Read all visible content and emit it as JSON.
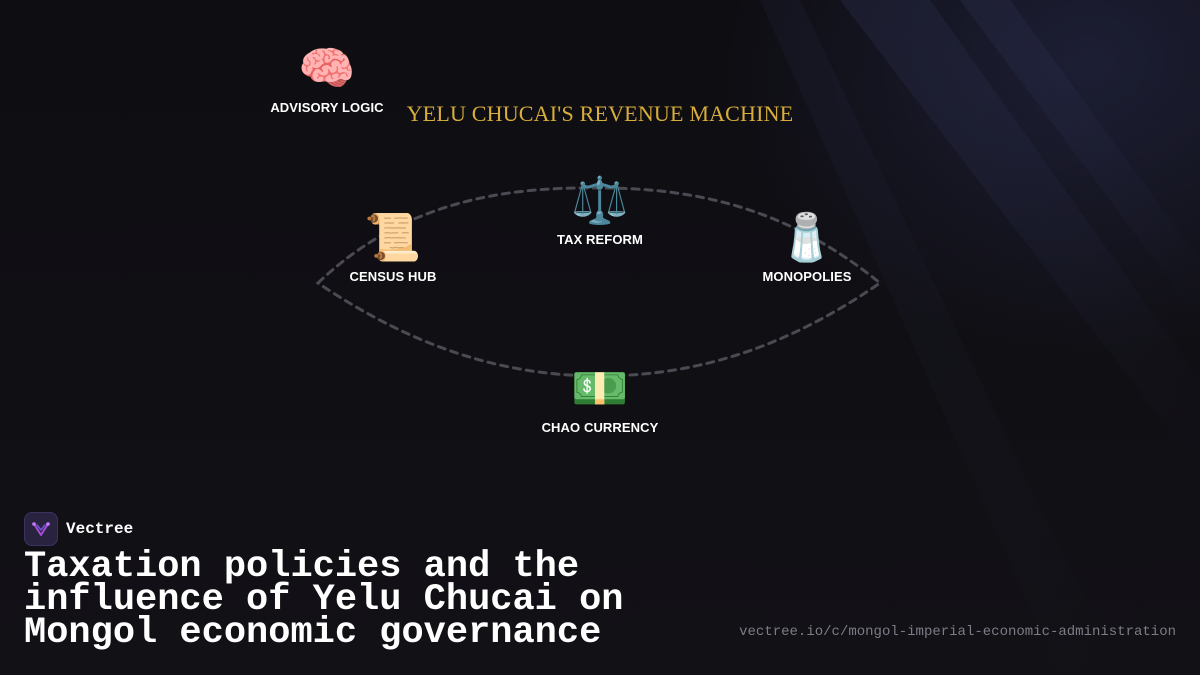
{
  "diagram": {
    "title": "YELU CHUCAI'S REVENUE MACHINE",
    "nodes": [
      {
        "label": "ADVISORY LOGIC",
        "icon": "🧠",
        "icon_name": "brain-icon"
      },
      {
        "label": "TAX REFORM",
        "icon": "⚖️",
        "icon_name": "balance-scale-icon"
      },
      {
        "label": "CENSUS HUB",
        "icon": "📜",
        "icon_name": "scroll-icon"
      },
      {
        "label": "MONOPOLIES",
        "icon": "🧂",
        "icon_name": "salt-shaker-icon"
      },
      {
        "label": "CHAO CURRENCY",
        "icon": "💵",
        "icon_name": "banknote-icon"
      }
    ],
    "loop_color": "#4a4a52"
  },
  "footer": {
    "brand_name": "Vectree",
    "headline": "Taxation policies and the influence of Yelu Chucai on Mongol economic governance",
    "url": "vectree.io/c/mongol-imperial-economic-administration"
  },
  "colors": {
    "background": "#0f0e12",
    "title": "#d9ad3c",
    "text": "#ffffff",
    "url": "#7d7b86",
    "brand_accent": "#a64bd6"
  }
}
